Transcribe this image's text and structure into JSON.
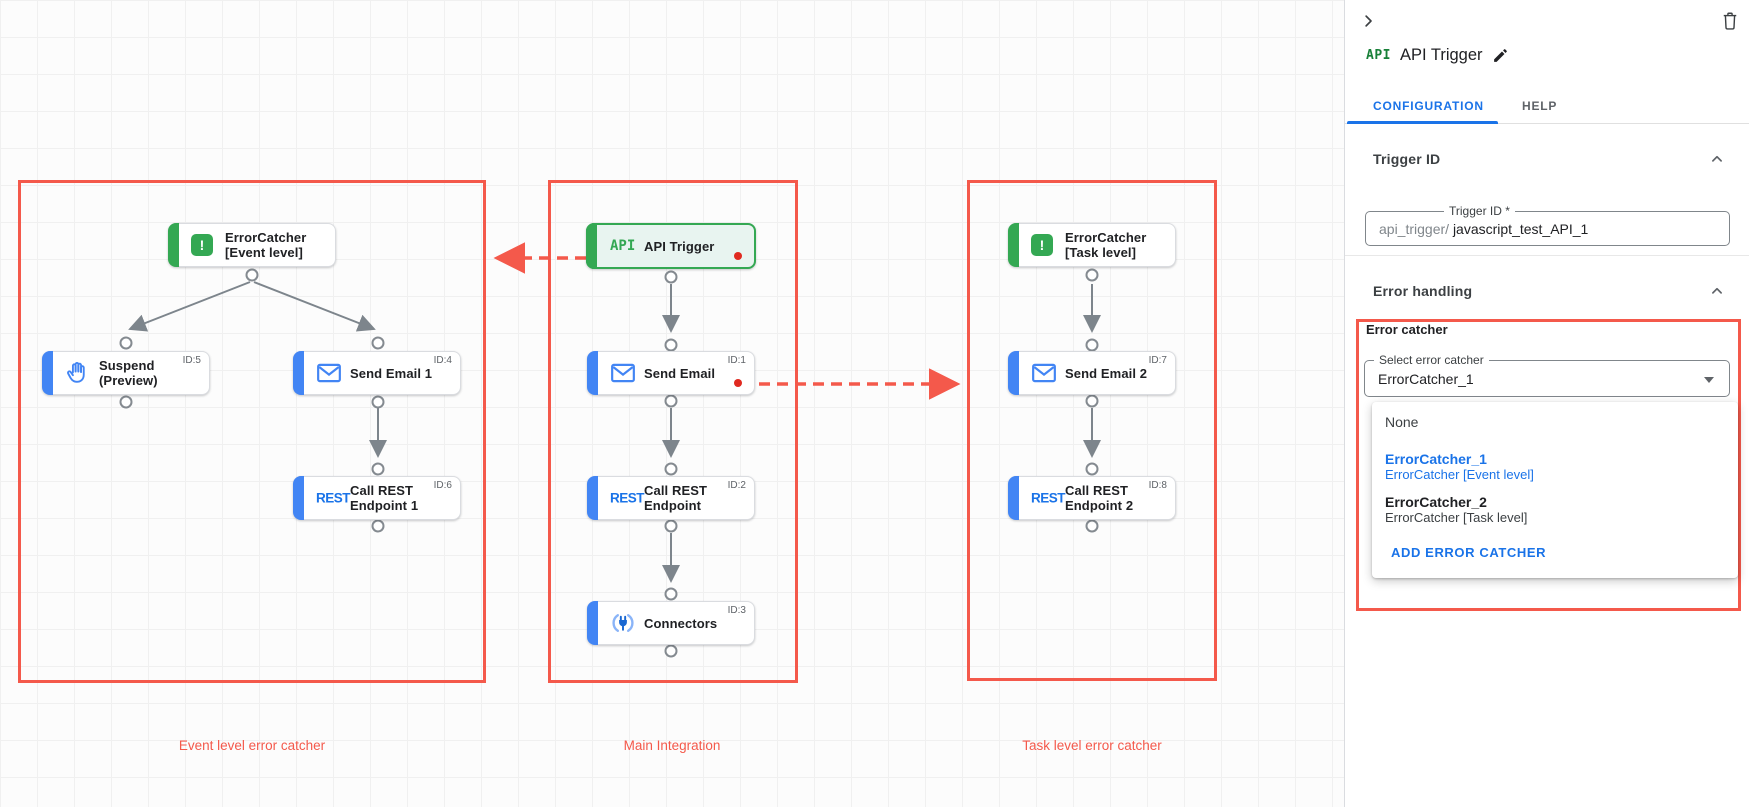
{
  "colors": {
    "annotation_red": "#f4594b",
    "node_blue": "#4285f4",
    "node_green": "#34a853",
    "link_blue": "#1a73e8",
    "error_dot_red": "#e02a20"
  },
  "canvas": {
    "groups": [
      {
        "label": "Event level error catcher"
      },
      {
        "label": "Main Integration"
      },
      {
        "label": "Task level error catcher"
      }
    ],
    "icon_text": {
      "api": "API",
      "rest": "REST",
      "error_mark": "!"
    },
    "nodes": [
      {
        "key": "error-catcher-event",
        "label_lines": [
          "ErrorCatcher",
          "[Event level]"
        ],
        "id_badge": ""
      },
      {
        "key": "suspend",
        "label_lines": [
          "Suspend",
          "(Preview)"
        ],
        "id_badge": "ID:5"
      },
      {
        "key": "send-email-1",
        "label_lines": [
          "Send Email 1",
          ""
        ],
        "id_badge": "ID:4"
      },
      {
        "key": "call-rest-endpoint-1",
        "label_lines": [
          "Call REST",
          "Endpoint 1"
        ],
        "id_badge": "ID:6"
      },
      {
        "key": "api-trigger",
        "label_lines": [
          "API Trigger",
          ""
        ],
        "id_badge": ""
      },
      {
        "key": "send-email",
        "label_lines": [
          "Send Email",
          ""
        ],
        "id_badge": "ID:1"
      },
      {
        "key": "call-rest-endpoint",
        "label_lines": [
          "Call REST",
          "Endpoint"
        ],
        "id_badge": "ID:2"
      },
      {
        "key": "connectors",
        "label_lines": [
          "Connectors",
          ""
        ],
        "id_badge": "ID:3"
      },
      {
        "key": "error-catcher-task",
        "label_lines": [
          "ErrorCatcher",
          "[Task level]"
        ],
        "id_badge": ""
      },
      {
        "key": "send-email-2",
        "label_lines": [
          "Send Email 2",
          ""
        ],
        "id_badge": "ID:7"
      },
      {
        "key": "call-rest-endpoint-2",
        "label_lines": [
          "Call REST",
          "Endpoint 2"
        ],
        "id_badge": "ID:8"
      }
    ]
  },
  "panel": {
    "logo": "API",
    "title": "API Trigger",
    "tabs": [
      {
        "label": "CONFIGURATION",
        "active": true
      },
      {
        "label": "HELP",
        "active": false
      }
    ],
    "trigger_id": {
      "heading": "Trigger ID",
      "field_label": "Trigger ID *",
      "prefix": "api_trigger/",
      "value": "javascript_test_API_1"
    },
    "error_handling": {
      "heading": "Error handling",
      "group_label": "Error catcher",
      "select_label": "Select error catcher",
      "select_value": "ErrorCatcher_1",
      "menu": {
        "none_label": "None",
        "options": [
          {
            "name": "ErrorCatcher_1",
            "desc": "ErrorCatcher [Event level]",
            "selected": true
          },
          {
            "name": "ErrorCatcher_2",
            "desc": "ErrorCatcher [Task level]",
            "selected": false
          }
        ],
        "add_label": "ADD ERROR CATCHER"
      }
    }
  }
}
